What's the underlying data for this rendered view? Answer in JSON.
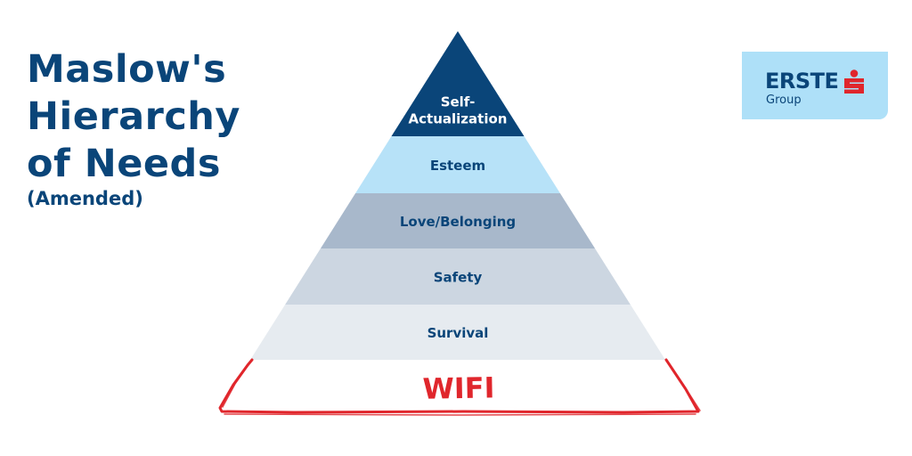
{
  "title": {
    "lines": [
      "Maslow's",
      "Hierarchy",
      "of Needs"
    ],
    "subtitle": "(Amended)"
  },
  "pyramid": {
    "levels": [
      {
        "label_lines": [
          "Self-",
          "Actualization"
        ],
        "fill": "#0a4579",
        "text_color": "#ffffff"
      },
      {
        "label_lines": [
          "Esteem"
        ],
        "fill": "#b7e2f8",
        "text_color": "#0a4579"
      },
      {
        "label_lines": [
          "Love/Belonging"
        ],
        "fill": "#a8b8cb",
        "text_color": "#0a4579"
      },
      {
        "label_lines": [
          "Safety"
        ],
        "fill": "#ccd6e1",
        "text_color": "#0a4579"
      },
      {
        "label_lines": [
          "Survival"
        ],
        "fill": "#e6ebf0",
        "text_color": "#0a4579"
      }
    ],
    "base": {
      "label": "WIFI",
      "color": "#e0262c"
    }
  },
  "logo": {
    "word": "ERSTE",
    "sub": "Group",
    "mark_color": "#e0262c",
    "bg": "#aee0f8"
  },
  "colors": {
    "primary": "#0a4579",
    "accent": "#e0262c"
  }
}
